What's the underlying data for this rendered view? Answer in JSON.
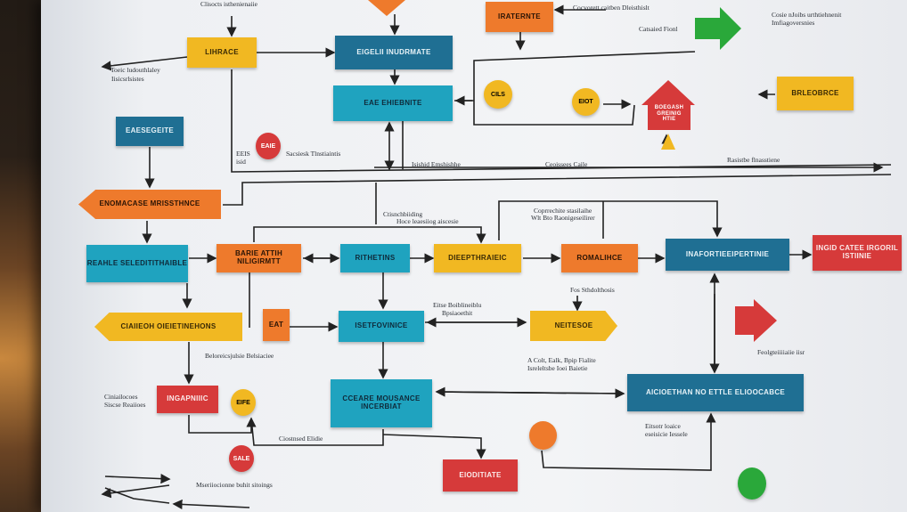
{
  "boxes": {
    "top_center_dark": "EIGELII INUDRMATE",
    "top_left_yellow": "LIHRACE",
    "top_right_orange": "IRATERNTE",
    "second_center_teal": "EAE EHIEBNITE",
    "left_navy": "EAESEGEITE",
    "left_orange_arrow": "ENOMACASE MRISSTHNCE",
    "right_yellow": "BRLEOBRCE",
    "house_label": "BOEGASH GREINIG HTIE",
    "row3_teal_left": "REAHLE SELEDITITHAIBLE",
    "row3_orange": "BARIE ATTIH NILIGIRMTT",
    "row3_teal_mid": "RITHETINS",
    "row3_yellow": "DIEEPTHRAIEIC",
    "row3_orange2": "ROMALIHCE",
    "row3_teal_right": "INAFORTIEEIPERTINIE",
    "row3_red_right": "INGID CATEE IRGORIL ISTIINIE",
    "row4_yellow_arrow": "CIAIIEOH OIEIETINEHONS",
    "row4_orange_small": "EAT",
    "row4_teal": "ISETFOVINICE",
    "row4_yellow_right": "NEITESOE",
    "row5_red_left": "INGAPNIIIC",
    "row5_teal_center": "CCEARE MOUSANCE INCERBIAT",
    "row5_teal_right": "AICIOETHAN NO ETTLE ELIOOCABCE",
    "bottom_red": "EIODITIATE"
  },
  "circles": {
    "c_top1": "CILS",
    "c_top2": "EIOT",
    "c_red1": "EAIE",
    "c_yellow_bottom": "EIFE",
    "c_red_bottom": "SALE"
  },
  "notes": {
    "n_top": "Clisocts isthenienaiie",
    "n_top_right_arrow": "Cocvorett caitben Dleisthislt",
    "n_top_right_1": "Catsaied Fionl",
    "n_top_right_2": "Cosie nJoibs urthtiehnenit Imfiagoversnies",
    "n_left_1": "Toeic ludouthlaley",
    "n_left_2": "Iisicsrlsistes",
    "n_mid_1": "EEIS isid",
    "n_mid_2": "Sacsiesk Tlnstiaintis",
    "n_mid_3": "Isishid Emshishhe",
    "n_mid_4": "Ceoissees Caile",
    "n_right_1": "Rasistbe flnasstiene",
    "n_center_1": "Ctisnchbiiding",
    "n_center_2": "Hoce leaesiiog aiscesie",
    "n_center_3": "Coprrechite stasilaihe",
    "n_center_4": "Wlt Bto Raonigeseilirer",
    "n_row4_1": "Fos Sthdolthosis",
    "n_row4_2": "Eitse Boiblineiblu",
    "n_row4_3": "Bpsiaoethit",
    "n_left_row4": "Beloreicsjulsie Belsiaciee",
    "n_left_row5_1": "Ciniailocoes",
    "n_left_row5_2": "Siscse Reaiioes",
    "n_bottom_1": "Ciostnsed Elidie",
    "n_bottom_2": "Mseriiocionne buhit sitoings",
    "n_row5_right": "Eitsotr loaice eseisicie Iessele",
    "n_right_row4": "Feolgteiiiiaiie iisr",
    "n_center_5": "A Colt, Ealk, Bpip Fialite Isreleltsbe Ioei Baietie"
  },
  "colors": {
    "teal": "#1fa3bf",
    "navy": "#1f6f93",
    "yellow": "#f1b822",
    "orange": "#ee7a2c",
    "red": "#d63a3a",
    "green": "#2aa83a"
  }
}
